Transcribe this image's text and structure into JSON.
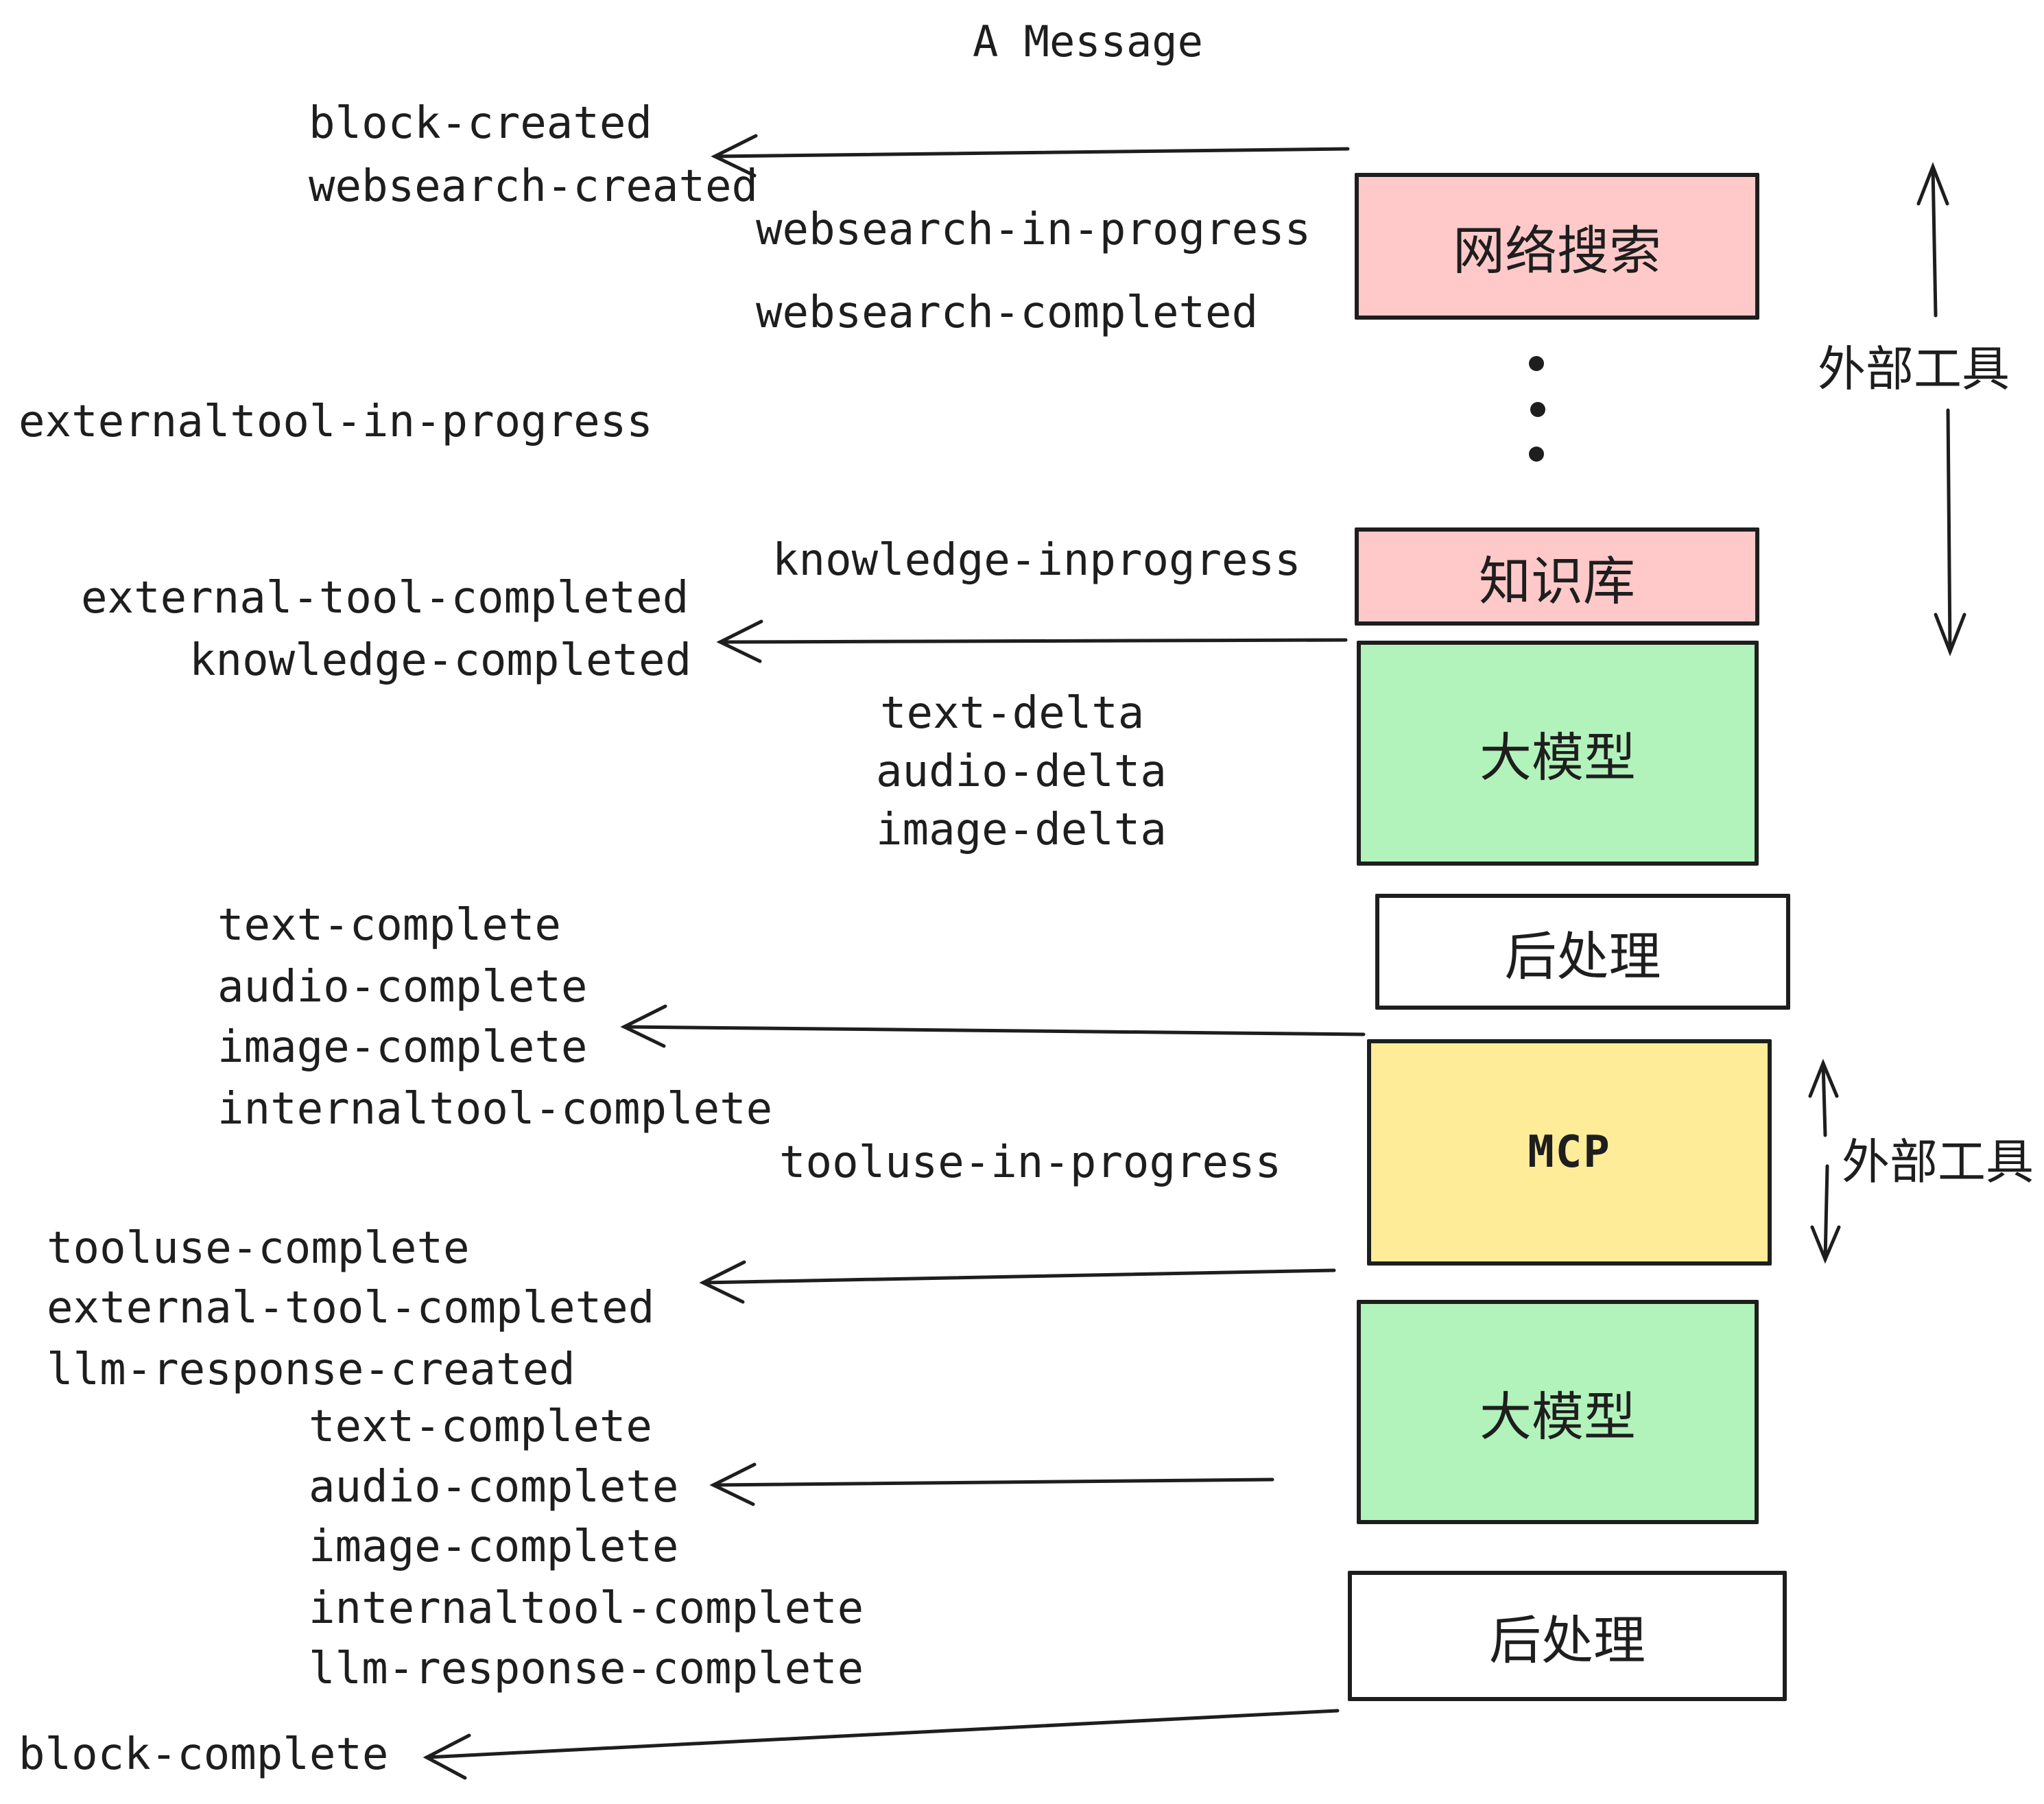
{
  "title": "A Message",
  "boxes": {
    "websearch": {
      "label": "网络搜索",
      "color": "#FFC9C9"
    },
    "knowledge": {
      "label": "知识库",
      "color": "#FFC9C9"
    },
    "llm1": {
      "label": "大模型",
      "color": "#B2F2BB"
    },
    "post1": {
      "label": "后处理",
      "color": "#FFFFFF"
    },
    "mcp": {
      "label": "MCP",
      "color": "#FFEC99"
    },
    "llm2": {
      "label": "大模型",
      "color": "#B2F2BB"
    },
    "post2": {
      "label": "后处理",
      "color": "#FFFFFF"
    }
  },
  "side_labels": {
    "external_tools_top": "外部工具",
    "external_tools_bottom": "外部工具"
  },
  "events": [
    {
      "text": "block-created"
    },
    {
      "text": "websearch-created"
    },
    {
      "text": "websearch-in-progress"
    },
    {
      "text": "websearch-completed"
    },
    {
      "text": "externaltool-in-progress"
    },
    {
      "text": "knowledge-inprogress"
    },
    {
      "text": "external-tool-completed"
    },
    {
      "text": "knowledge-completed"
    },
    {
      "text": "text-delta"
    },
    {
      "text": "audio-delta"
    },
    {
      "text": "image-delta"
    },
    {
      "text": "text-complete"
    },
    {
      "text": "audio-complete"
    },
    {
      "text": "image-complete"
    },
    {
      "text": "internaltool-complete"
    },
    {
      "text": "tooluse-in-progress"
    },
    {
      "text": "tooluse-complete"
    },
    {
      "text": "external-tool-completed"
    },
    {
      "text": "llm-response-created"
    },
    {
      "text": "text-complete"
    },
    {
      "text": "audio-complete"
    },
    {
      "text": "image-complete"
    },
    {
      "text": "internaltool-complete"
    },
    {
      "text": "llm-response-complete"
    },
    {
      "text": "block-complete"
    }
  ],
  "colors": {
    "ink": "#1e1e1e",
    "pink": "#FFC9C9",
    "green": "#B2F2BB",
    "yellow": "#FFEC99",
    "white": "#FFFFFF"
  }
}
